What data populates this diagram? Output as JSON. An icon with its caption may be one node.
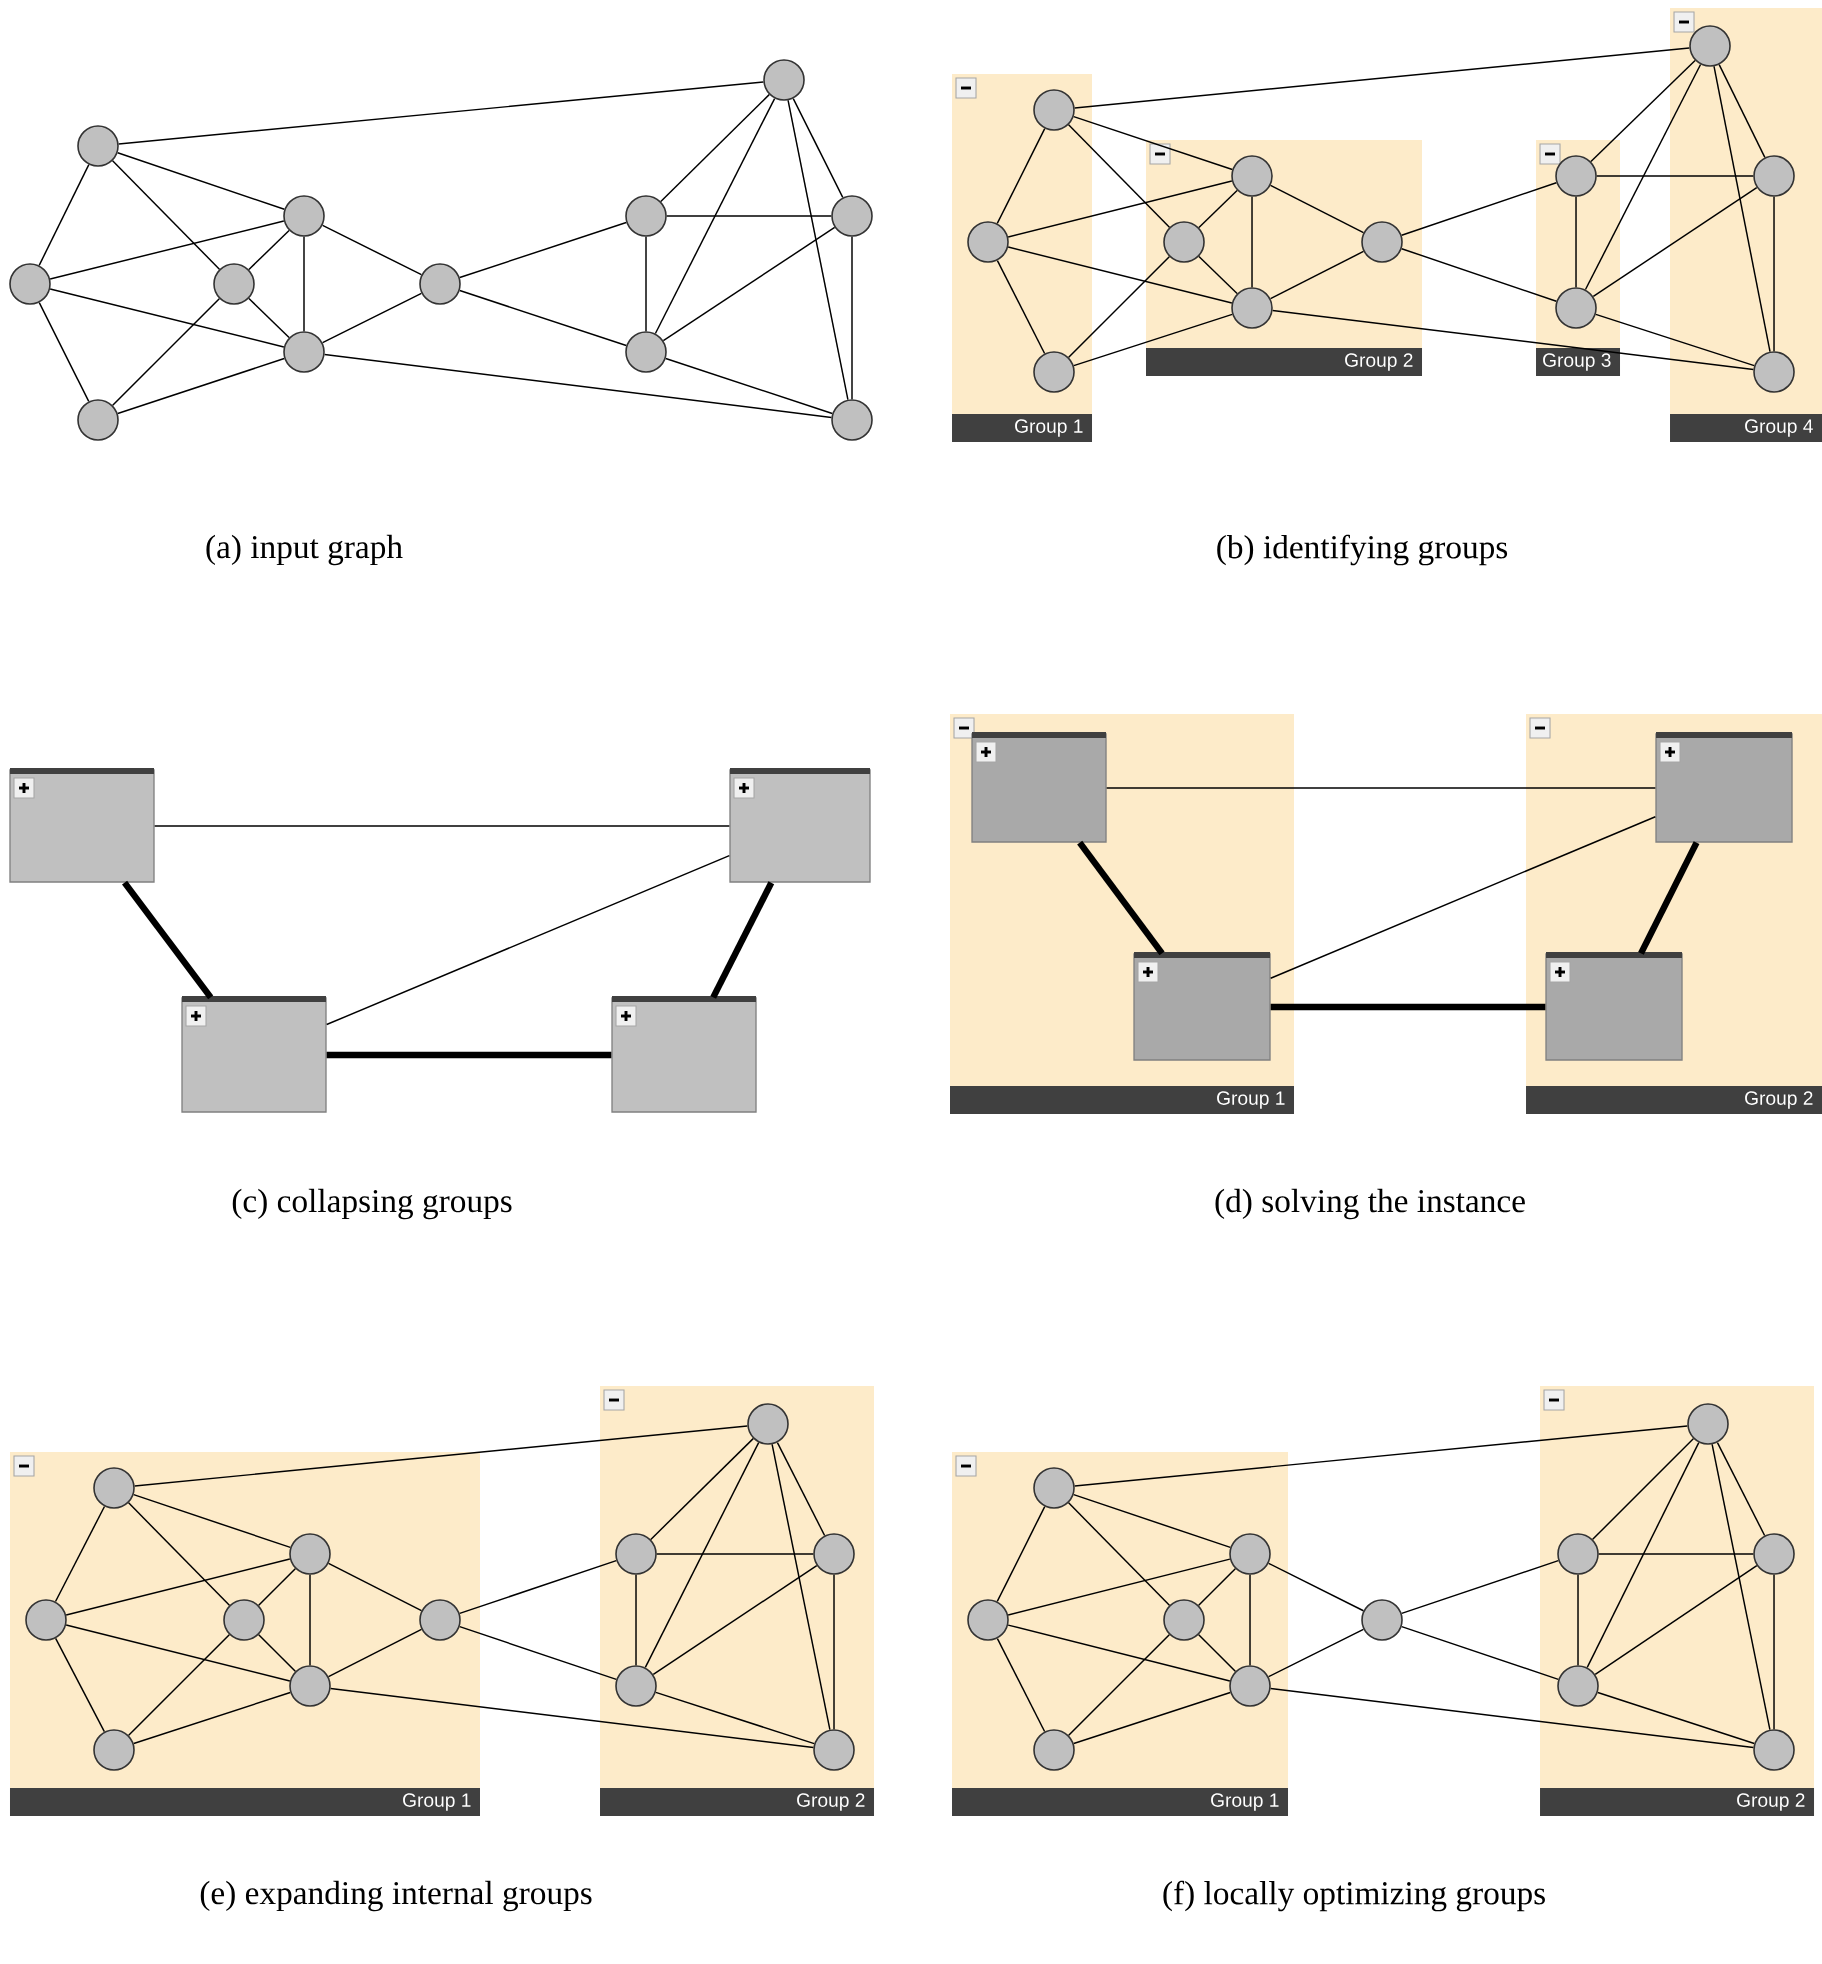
{
  "diagram": {
    "nodes": [
      {
        "text": [],
        "shape": "circle"
      },
      {
        "text": [],
        "shape": "circle"
      },
      {
        "text": [],
        "shape": "circle"
      },
      {
        "text": [],
        "shape": "circle"
      },
      {
        "text": [],
        "shape": "circle"
      },
      {
        "text": [],
        "shape": "circle"
      },
      {
        "text": [],
        "shape": "circle"
      },
      {
        "text": [],
        "shape": "circle"
      },
      {
        "text": [],
        "shape": "circle"
      },
      {
        "text": [],
        "shape": "circle"
      },
      {
        "text": [],
        "shape": "circle"
      },
      {
        "text": [],
        "shape": "circle"
      },
      {
        "text": [
          "Group 1"
        ]
      },
      {
        "text": [],
        "shape": "circle",
        "in": 12
      },
      {
        "text": [],
        "shape": "circle",
        "in": 12
      },
      {
        "text": [],
        "shape": "circle",
        "in": 12
      },
      {
        "text": [
          "Group 2"
        ]
      },
      {
        "text": [],
        "shape": "circle",
        "in": 16
      },
      {
        "text": [],
        "shape": "circle",
        "in": 16
      },
      {
        "text": [],
        "shape": "circle",
        "in": 16
      },
      {
        "text": [],
        "shape": "circle",
        "in": 16
      },
      {
        "text": [
          "Group 3"
        ]
      },
      {
        "text": [],
        "shape": "circle",
        "in": 21
      },
      {
        "text": [],
        "shape": "circle",
        "in": 21
      },
      {
        "text": [
          "Group 4"
        ]
      },
      {
        "text": [],
        "shape": "circle",
        "in": 24
      },
      {
        "text": [],
        "shape": "circle",
        "in": 24
      },
      {
        "text": [],
        "shape": "circle",
        "in": 24
      },
      {
        "text": [],
        "shape": "box"
      },
      {
        "text": [],
        "shape": "box"
      },
      {
        "text": [],
        "shape": "box"
      },
      {
        "text": [],
        "shape": "box"
      },
      {
        "text": [
          "Group 1"
        ]
      },
      {
        "text": [],
        "shape": "box",
        "in": 32
      },
      {
        "text": [],
        "shape": "box",
        "in": 32
      },
      {
        "text": [
          "Group 2"
        ]
      },
      {
        "text": [],
        "shape": "box",
        "in": 35
      },
      {
        "text": [],
        "shape": "box",
        "in": 35
      },
      {
        "text": [
          "Group 1"
        ]
      },
      {
        "text": [],
        "shape": "circle",
        "in": 38
      },
      {
        "text": [],
        "shape": "circle",
        "in": 38
      },
      {
        "text": [],
        "shape": "circle",
        "in": 38
      },
      {
        "text": [],
        "shape": "circle",
        "in": 38
      },
      {
        "text": [],
        "shape": "circle",
        "in": 38
      },
      {
        "text": [],
        "shape": "circle",
        "in": 38
      },
      {
        "text": [],
        "shape": "circle",
        "in": 38
      },
      {
        "text": [
          "Group 2"
        ]
      },
      {
        "text": [],
        "shape": "circle",
        "in": 46
      },
      {
        "text": [],
        "shape": "circle",
        "in": 46
      },
      {
        "text": [],
        "shape": "circle",
        "in": 46
      },
      {
        "text": [],
        "shape": "circle",
        "in": 46
      },
      {
        "text": [],
        "shape": "circle",
        "in": 46
      },
      {
        "text": [
          "Group 1"
        ]
      },
      {
        "text": [],
        "shape": "circle",
        "in": 52
      },
      {
        "text": [],
        "shape": "circle",
        "in": 52
      },
      {
        "text": [],
        "shape": "circle",
        "in": 52
      },
      {
        "text": [],
        "shape": "circle",
        "in": 52
      },
      {
        "text": [],
        "shape": "circle",
        "in": 52
      },
      {
        "text": [],
        "shape": "circle",
        "in": 52
      },
      {
        "text": [],
        "shape": "circle"
      },
      {
        "text": [
          "Group 2"
        ]
      },
      {
        "text": [],
        "shape": "circle",
        "in": 60
      },
      {
        "text": [],
        "shape": "circle",
        "in": 60
      },
      {
        "text": [],
        "shape": "circle",
        "in": 60
      },
      {
        "text": [],
        "shape": "circle",
        "in": 60
      },
      {
        "text": [],
        "shape": "circle",
        "in": 60
      }
    ],
    "edges": [
      {
        "from": 1,
        "to": 9,
        "arrow": "none"
      },
      {
        "from": 1,
        "to": 0,
        "arrow": "none"
      },
      {
        "from": 1,
        "to": 4,
        "arrow": "none"
      },
      {
        "from": 1,
        "to": 3,
        "arrow": "none"
      },
      {
        "from": 0,
        "to": 4,
        "arrow": "none"
      },
      {
        "from": 0,
        "to": 5,
        "arrow": "none"
      },
      {
        "from": 0,
        "to": 2,
        "arrow": "none"
      },
      {
        "from": 2,
        "to": 3,
        "arrow": "none"
      },
      {
        "from": 2,
        "to": 5,
        "arrow": "none"
      },
      {
        "from": 4,
        "to": 3,
        "arrow": "none"
      },
      {
        "from": 4,
        "to": 5,
        "arrow": "none"
      },
      {
        "from": 4,
        "to": 6,
        "arrow": "none"
      },
      {
        "from": 3,
        "to": 5,
        "arrow": "none"
      },
      {
        "from": 5,
        "to": 6,
        "arrow": "none"
      },
      {
        "from": 5,
        "to": 11,
        "arrow": "none"
      },
      {
        "from": 6,
        "to": 7,
        "arrow": "none"
      },
      {
        "from": 6,
        "to": 8,
        "arrow": "none"
      },
      {
        "from": 7,
        "to": 10,
        "arrow": "none"
      },
      {
        "from": 7,
        "to": 8,
        "arrow": "none"
      },
      {
        "from": 7,
        "to": 9,
        "arrow": "none"
      },
      {
        "from": 10,
        "to": 8,
        "arrow": "none"
      },
      {
        "from": 10,
        "to": 9,
        "arrow": "none"
      },
      {
        "from": 10,
        "to": 11,
        "arrow": "none"
      },
      {
        "from": 8,
        "to": 9,
        "arrow": "none"
      },
      {
        "from": 8,
        "to": 11,
        "arrow": "none"
      },
      {
        "from": 9,
        "to": 11,
        "arrow": "none"
      },
      {
        "from": 14,
        "to": 25,
        "arrow": "none"
      },
      {
        "from": 14,
        "to": 13,
        "arrow": "none"
      },
      {
        "from": 14,
        "to": 18,
        "arrow": "none"
      },
      {
        "from": 14,
        "to": 17,
        "arrow": "none"
      },
      {
        "from": 13,
        "to": 18,
        "arrow": "none"
      },
      {
        "from": 13,
        "to": 19,
        "arrow": "none"
      },
      {
        "from": 13,
        "to": 15,
        "arrow": "none"
      },
      {
        "from": 15,
        "to": 17,
        "arrow": "none"
      },
      {
        "from": 15,
        "to": 19,
        "arrow": "none"
      },
      {
        "from": 18,
        "to": 17,
        "arrow": "none"
      },
      {
        "from": 18,
        "to": 19,
        "arrow": "none"
      },
      {
        "from": 18,
        "to": 20,
        "arrow": "none"
      },
      {
        "from": 17,
        "to": 19,
        "arrow": "none"
      },
      {
        "from": 19,
        "to": 20,
        "arrow": "none"
      },
      {
        "from": 19,
        "to": 27,
        "arrow": "none"
      },
      {
        "from": 20,
        "to": 22,
        "arrow": "none"
      },
      {
        "from": 20,
        "to": 23,
        "arrow": "none"
      },
      {
        "from": 22,
        "to": 26,
        "arrow": "none"
      },
      {
        "from": 22,
        "to": 23,
        "arrow": "none"
      },
      {
        "from": 22,
        "to": 25,
        "arrow": "none"
      },
      {
        "from": 26,
        "to": 23,
        "arrow": "none"
      },
      {
        "from": 26,
        "to": 25,
        "arrow": "none"
      },
      {
        "from": 26,
        "to": 27,
        "arrow": "none"
      },
      {
        "from": 23,
        "to": 25,
        "arrow": "none"
      },
      {
        "from": 23,
        "to": 27,
        "arrow": "none"
      },
      {
        "from": 25,
        "to": 27,
        "arrow": "none"
      },
      {
        "from": 28,
        "to": 29,
        "arrow": "none"
      },
      {
        "from": 28,
        "to": 30,
        "arrow": "none",
        "style": "thick"
      },
      {
        "from": 29,
        "to": 30,
        "arrow": "none"
      },
      {
        "from": 29,
        "to": 31,
        "arrow": "none",
        "style": "thick"
      },
      {
        "from": 30,
        "to": 31,
        "arrow": "none",
        "style": "thick"
      },
      {
        "from": 33,
        "to": 36,
        "arrow": "none"
      },
      {
        "from": 33,
        "to": 34,
        "arrow": "none",
        "style": "thick"
      },
      {
        "from": 34,
        "to": 36,
        "arrow": "none"
      },
      {
        "from": 34,
        "to": 37,
        "arrow": "none",
        "style": "thick"
      },
      {
        "from": 36,
        "to": 37,
        "arrow": "none",
        "style": "thick"
      },
      {
        "from": 40,
        "to": 49,
        "arrow": "none"
      },
      {
        "from": 40,
        "to": 39,
        "arrow": "none"
      },
      {
        "from": 40,
        "to": 43,
        "arrow": "none"
      },
      {
        "from": 40,
        "to": 42,
        "arrow": "none"
      },
      {
        "from": 39,
        "to": 43,
        "arrow": "none"
      },
      {
        "from": 39,
        "to": 44,
        "arrow": "none"
      },
      {
        "from": 39,
        "to": 41,
        "arrow": "none"
      },
      {
        "from": 41,
        "to": 42,
        "arrow": "none"
      },
      {
        "from": 41,
        "to": 44,
        "arrow": "none"
      },
      {
        "from": 43,
        "to": 42,
        "arrow": "none"
      },
      {
        "from": 43,
        "to": 44,
        "arrow": "none"
      },
      {
        "from": 43,
        "to": 45,
        "arrow": "none"
      },
      {
        "from": 42,
        "to": 44,
        "arrow": "none"
      },
      {
        "from": 44,
        "to": 45,
        "arrow": "none"
      },
      {
        "from": 44,
        "to": 51,
        "arrow": "none"
      },
      {
        "from": 45,
        "to": 47,
        "arrow": "none"
      },
      {
        "from": 45,
        "to": 48,
        "arrow": "none"
      },
      {
        "from": 47,
        "to": 50,
        "arrow": "none"
      },
      {
        "from": 47,
        "to": 48,
        "arrow": "none"
      },
      {
        "from": 47,
        "to": 49,
        "arrow": "none"
      },
      {
        "from": 50,
        "to": 48,
        "arrow": "none"
      },
      {
        "from": 50,
        "to": 49,
        "arrow": "none"
      },
      {
        "from": 50,
        "to": 51,
        "arrow": "none"
      },
      {
        "from": 48,
        "to": 49,
        "arrow": "none"
      },
      {
        "from": 48,
        "to": 51,
        "arrow": "none"
      },
      {
        "from": 49,
        "to": 51,
        "arrow": "none"
      },
      {
        "from": 54,
        "to": 63,
        "arrow": "none"
      },
      {
        "from": 54,
        "to": 53,
        "arrow": "none"
      },
      {
        "from": 54,
        "to": 57,
        "arrow": "none"
      },
      {
        "from": 54,
        "to": 56,
        "arrow": "none"
      },
      {
        "from": 53,
        "to": 57,
        "arrow": "none"
      },
      {
        "from": 53,
        "to": 58,
        "arrow": "none"
      },
      {
        "from": 53,
        "to": 55,
        "arrow": "none"
      },
      {
        "from": 55,
        "to": 56,
        "arrow": "none"
      },
      {
        "from": 55,
        "to": 58,
        "arrow": "none"
      },
      {
        "from": 57,
        "to": 56,
        "arrow": "none"
      },
      {
        "from": 57,
        "to": 58,
        "arrow": "none"
      },
      {
        "from": 57,
        "to": 59,
        "arrow": "none"
      },
      {
        "from": 56,
        "to": 58,
        "arrow": "none"
      },
      {
        "from": 58,
        "to": 59,
        "arrow": "none"
      },
      {
        "from": 58,
        "to": 65,
        "arrow": "none"
      },
      {
        "from": 59,
        "to": 61,
        "arrow": "none"
      },
      {
        "from": 59,
        "to": 62,
        "arrow": "none"
      },
      {
        "from": 61,
        "to": 64,
        "arrow": "none"
      },
      {
        "from": 61,
        "to": 62,
        "arrow": "none"
      },
      {
        "from": 61,
        "to": 63,
        "arrow": "none"
      },
      {
        "from": 64,
        "to": 62,
        "arrow": "none"
      },
      {
        "from": 64,
        "to": 63,
        "arrow": "none"
      },
      {
        "from": 64,
        "to": 65,
        "arrow": "none"
      },
      {
        "from": 62,
        "to": 63,
        "arrow": "none"
      },
      {
        "from": 62,
        "to": 65,
        "arrow": "none"
      },
      {
        "from": 63,
        "to": 65,
        "arrow": "none"
      }
    ],
    "labels": [
      "(a) input graph",
      "(b) identifying groups",
      "(c) collapsing groups",
      "(d) solving the instance",
      "(e) expanding internal groups",
      "(f) locally optimizing groups"
    ]
  }
}
